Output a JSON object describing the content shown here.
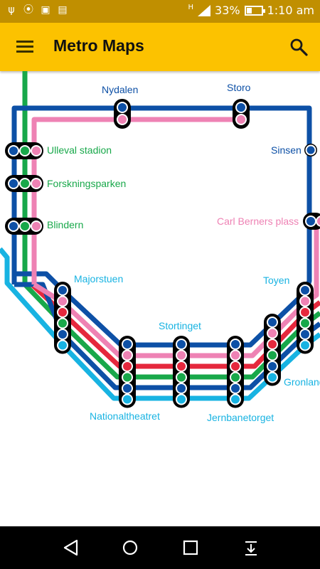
{
  "status_bar": {
    "time": "1:10 am",
    "battery_percent": "33%",
    "network_type": "H",
    "battery_level": 0.33,
    "icons": [
      "usb-icon",
      "hotspot-icon",
      "car-mode-icon",
      "image-icon",
      "signal-icon",
      "battery-charging-icon"
    ]
  },
  "app_bar": {
    "title": "Metro Maps",
    "menu_icon": "menu-icon",
    "search_icon": "search-icon",
    "color": "#fcc200"
  },
  "map": {
    "line_colors": {
      "dark_blue": "#0d50a6",
      "pink": "#ee82b4",
      "red": "#e5283d",
      "green": "#18a84a",
      "light_blue": "#18b3e2"
    },
    "stations": {
      "nydalen": "Nydalen",
      "storo": "Storo",
      "sinsen": "Sinsen",
      "ulleval_stadion": "Ulleval stadion",
      "forskningsparken": "Forskningsparken",
      "blindern": "Blindern",
      "carl_berners_plass": "Carl Berners plass",
      "majorstuen": "Majorstuen",
      "toyen": "Toyen",
      "stortinget": "Stortinget",
      "nationaltheatret": "Nationaltheatret",
      "jernbanetorget": "Jernbanetorget",
      "gronland": "Gronland"
    }
  },
  "nav_bar": {
    "icons": [
      "back-icon",
      "home-icon",
      "recents-icon",
      "notification-pulldown-icon"
    ]
  }
}
